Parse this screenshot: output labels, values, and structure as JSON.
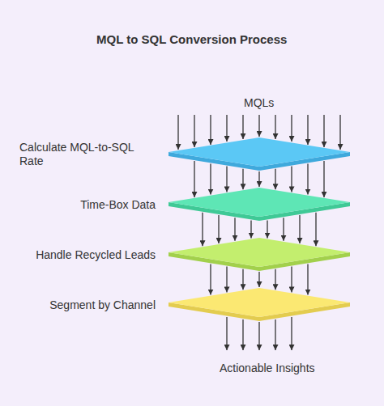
{
  "diagram": {
    "title": "MQL to SQL Conversion Process",
    "nodes": [
      {
        "text": [
          "Calculate MQL-to-SQL Rate"
        ]
      },
      {
        "text": [
          "Time-Box Data"
        ]
      },
      {
        "text": [
          "Handle Recycled Leads"
        ]
      },
      {
        "text": [
          "Segment by Channel"
        ]
      }
    ],
    "edges": [
      {
        "from": 0,
        "to": 1,
        "arrow": "to"
      },
      {
        "from": 1,
        "to": 2,
        "arrow": "to"
      },
      {
        "from": 2,
        "to": 3,
        "arrow": "to"
      }
    ],
    "labels": [
      "MQLs",
      "Actionable Insights"
    ]
  }
}
